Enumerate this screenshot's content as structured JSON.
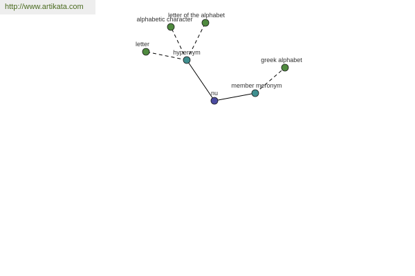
{
  "header": {
    "url": "http://www.artikata.com"
  },
  "colors": {
    "leaf": "#4f8a3f",
    "relation": "#3f8f8f",
    "root": "#4a4aa0",
    "edge": "#000000",
    "banner_text": "#4a6b1f"
  },
  "graph": {
    "nodes": [
      {
        "id": "nu",
        "label": "nu",
        "kind": "root"
      },
      {
        "id": "hypernym",
        "label": "hypernym",
        "kind": "relation"
      },
      {
        "id": "member-meronym",
        "label": "member meronym",
        "kind": "relation"
      },
      {
        "id": "letter",
        "label": "letter",
        "kind": "leaf"
      },
      {
        "id": "alphabetic-character",
        "label": "alphabetic character",
        "kind": "leaf"
      },
      {
        "id": "letter-of-the-alphabet",
        "label": "letter of the alphabet",
        "kind": "leaf"
      },
      {
        "id": "greek-alphabet",
        "label": "greek alphabet",
        "kind": "leaf"
      }
    ],
    "edges": [
      {
        "from": "nu",
        "to": "hypernym",
        "style": "solid"
      },
      {
        "from": "nu",
        "to": "member-meronym",
        "style": "solid"
      },
      {
        "from": "hypernym",
        "to": "letter",
        "style": "dashed"
      },
      {
        "from": "hypernym",
        "to": "alphabetic-character",
        "style": "dashed"
      },
      {
        "from": "hypernym",
        "to": "letter-of-the-alphabet",
        "style": "dashed"
      },
      {
        "from": "member-meronym",
        "to": "greek-alphabet",
        "style": "dashed"
      }
    ]
  }
}
